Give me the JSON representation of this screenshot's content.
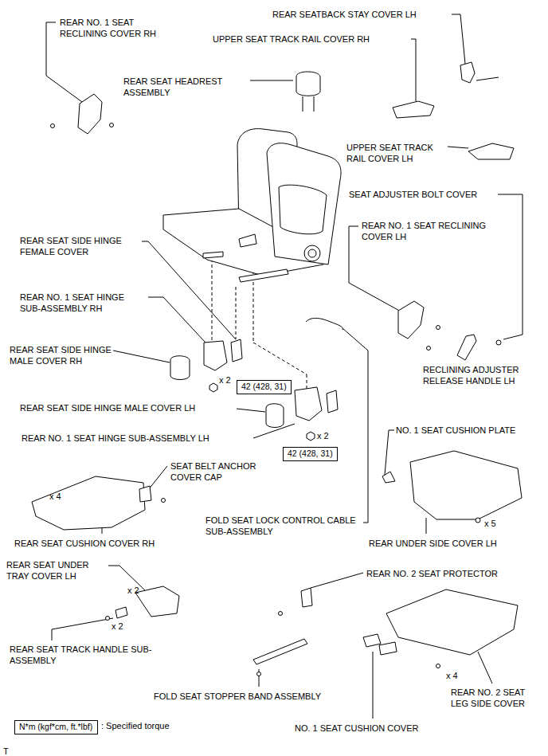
{
  "diagram": {
    "nodes": [
      {
        "text": [
          "42 (428, 31)"
        ]
      },
      {
        "text": [
          "42 (428, 31)"
        ]
      },
      {
        "text": [
          "N*m (kgf*cm, ft.*lbf)"
        ]
      }
    ],
    "labels": [
      "REAR SEATBACK STAY COVER LH",
      "REAR NO. 1 SEAT RECLINING COVER RH",
      "UPPER SEAT TRACK RAIL COVER RH",
      "REAR SEAT HEADREST ASSEMBLY",
      "UPPER SEAT TRACK RAIL COVER LH",
      "SEAT ADJUSTER BOLT COVER",
      "REAR NO. 1 SEAT RECLINING COVER LH",
      "REAR SEAT SIDE HINGE FEMALE COVER",
      "REAR NO. 1 SEAT HINGE SUB-ASSEMBLY RH",
      "REAR SEAT SIDE HINGE MALE COVER RH",
      "RECLINING ADJUSTER RELEASE HANDLE LH",
      "x 2",
      "REAR SEAT SIDE HINGE MALE COVER LH",
      "x 2",
      "NO. 1 SEAT CUSHION PLATE",
      "REAR NO. 1 SEAT HINGE SUB-ASSEMBLY LH",
      "SEAT BELT ANCHOR COVER CAP",
      "x 4",
      "FOLD SEAT LOCK CONTROL CABLE SUB-ASSEMBLY",
      "x 5",
      "REAR SEAT CUSHION COVER RH",
      "REAR UNDER SIDE COVER LH",
      "REAR SEAT UNDER TRAY COVER LH",
      "REAR NO. 2 SEAT PROTECTOR",
      "x 2",
      "x 2",
      "REAR SEAT TRACK HANDLE SUB-ASSEMBLY",
      "x 4",
      "REAR NO. 2 SEAT LEG SIDE COVER",
      "FOLD SEAT STOPPER BAND ASSEMBLY",
      ": Specified torque",
      "NO. 1 SEAT CUSHION COVER",
      "T"
    ]
  }
}
